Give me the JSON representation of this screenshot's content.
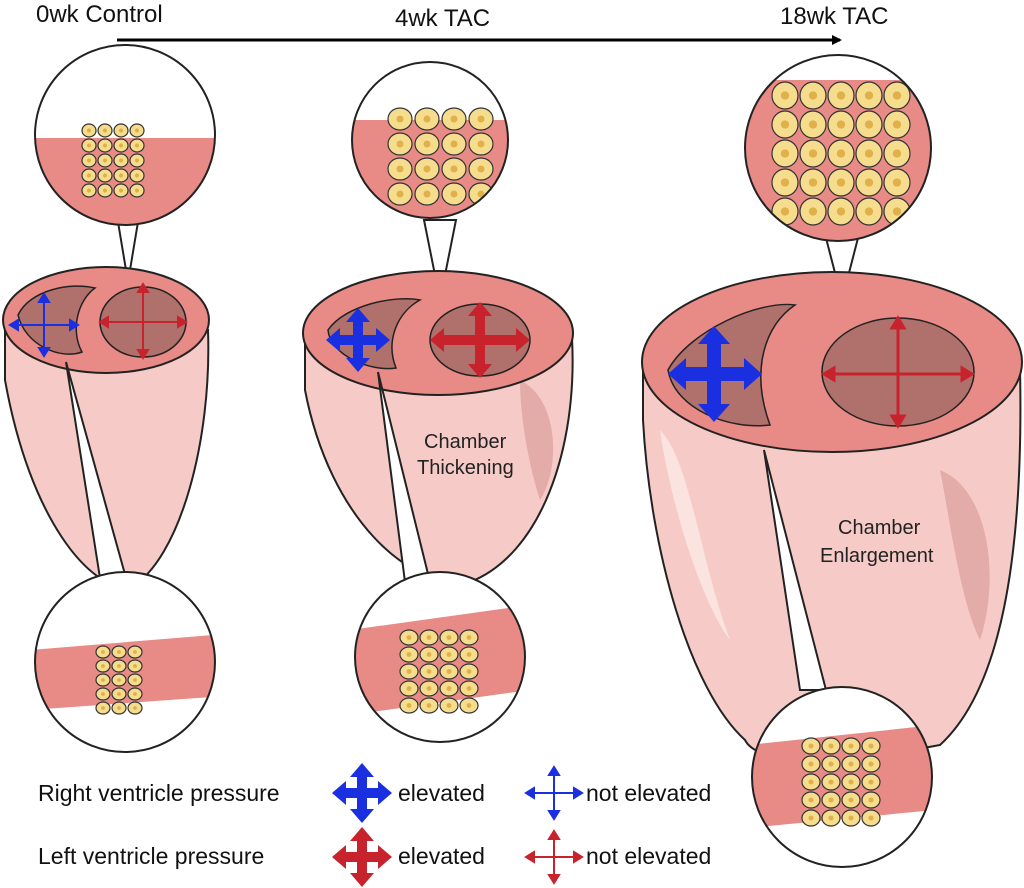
{
  "timeline": {
    "stage_1": "0wk Control",
    "stage_2": "4wk TAC",
    "stage_3": "18wk TAC"
  },
  "annotations": {
    "thickening_line1": "Chamber",
    "thickening_line2": "Thickening",
    "enlargement_line1": "Chamber",
    "enlargement_line2": "Enlargement"
  },
  "legend": {
    "rv_label": "Right ventricle pressure",
    "lv_label": "Left ventricle pressure",
    "elevated": "elevated",
    "not_elevated": "not elevated"
  },
  "colors": {
    "rv_arrow": "#1a2fe0",
    "lv_arrow": "#c8232c",
    "tissue": "#e88a86",
    "heart_body": "#f6cbc7",
    "chamber": "#b0706c",
    "cell": "#f6dd8e"
  }
}
